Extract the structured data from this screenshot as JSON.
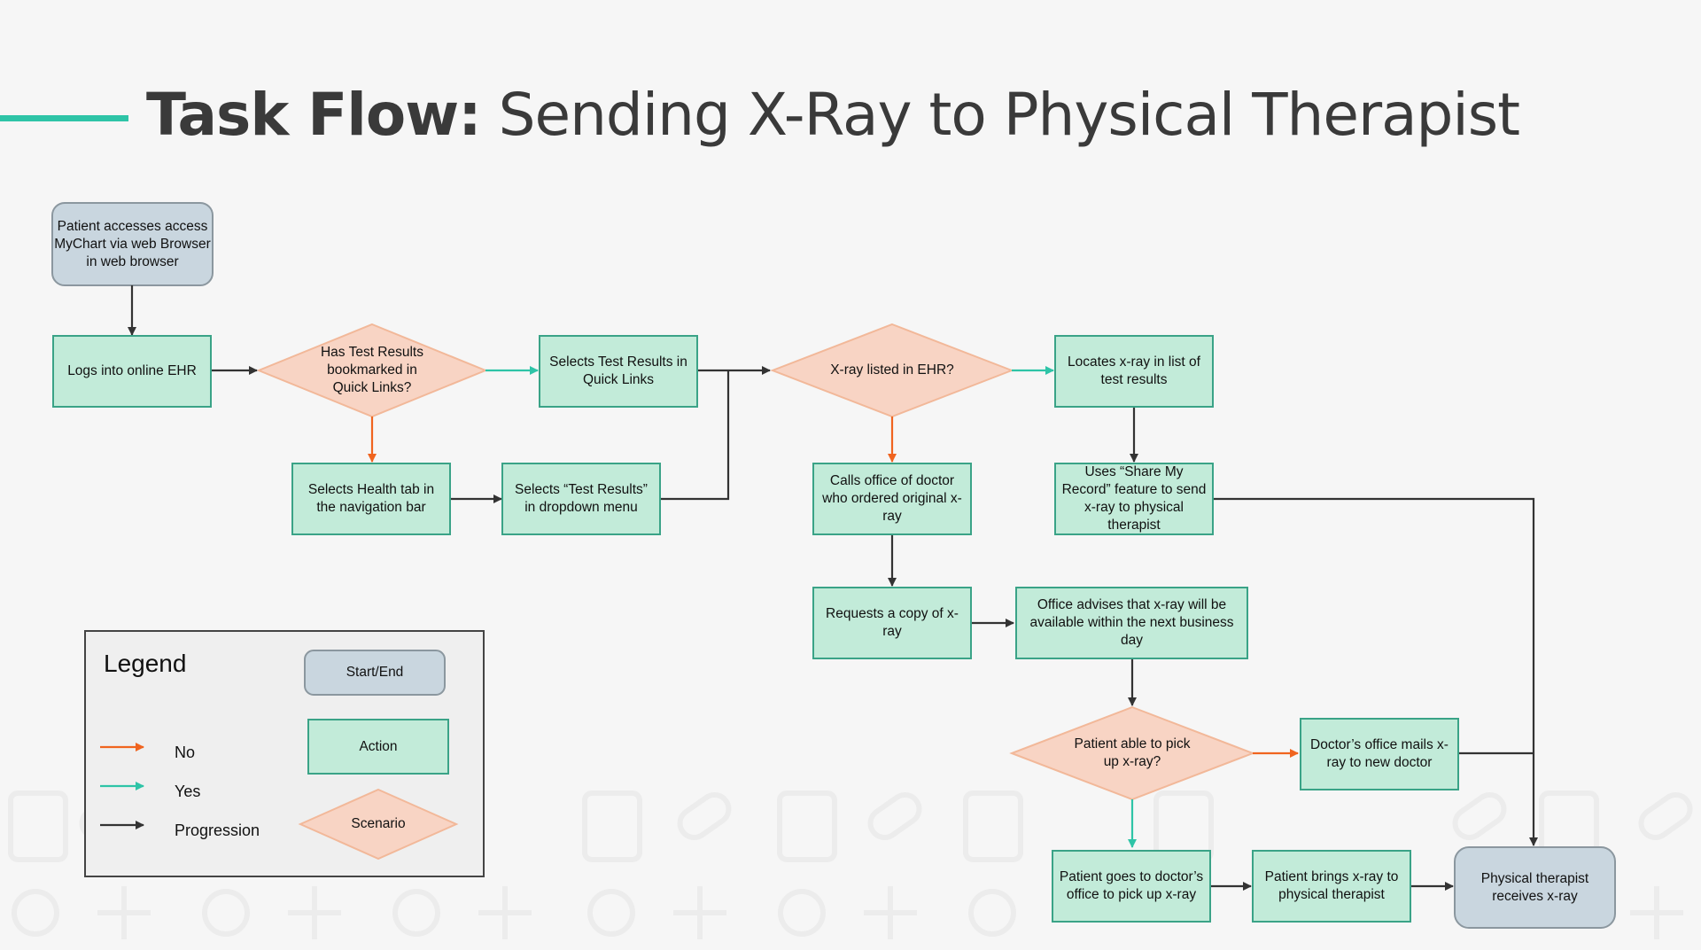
{
  "title": {
    "bold": "Task Flow:",
    "rest": " Sending X-Ray to Physical Therapist"
  },
  "colors": {
    "accent": "#2ec4a7",
    "no": "#f0641f",
    "yes": "#2ec4a7",
    "progression": "#333333",
    "action_fill": "#c2ebd9",
    "action_border": "#3aa387",
    "start_fill": "#c9d6df",
    "start_border": "#8b979f",
    "scenario_fill": "#f8d4c4",
    "scenario_border": "#f2b899"
  },
  "nodes": {
    "start": "Patient accesses access MyChart via web Browser in web browser",
    "login": "Logs into online EHR",
    "q_bookmarked": "Has Test Results bookmarked in Quick Links?",
    "select_quicklinks": "Selects Test Results in Quick Links",
    "health_tab": "Selects Health tab in the navigation bar",
    "dropdown": "Selects “Test Results” in dropdown menu",
    "q_listed": "X-ray listed in EHR?",
    "locate": "Locates x-ray in list of test results",
    "share": "Uses “Share My Record” feature to send x-ray to physical therapist",
    "calls": "Calls office of doctor who ordered original x-ray",
    "request": "Requests a copy of x-ray",
    "advise": "Office advises that x-ray will be available within the next business day",
    "q_pickup": "Patient able to pick up x-ray?",
    "mail": "Doctor’s office mails x-ray to new doctor",
    "goes": "Patient goes to doctor’s office to pick up x-ray",
    "brings": "Patient brings x-ray to physical therapist",
    "end": "Physical therapist receives x-ray"
  },
  "legend": {
    "title": "Legend",
    "no": "No",
    "yes": "Yes",
    "progression": "Progression",
    "start_end": "Start/End",
    "action": "Action",
    "scenario": "Scenario"
  }
}
